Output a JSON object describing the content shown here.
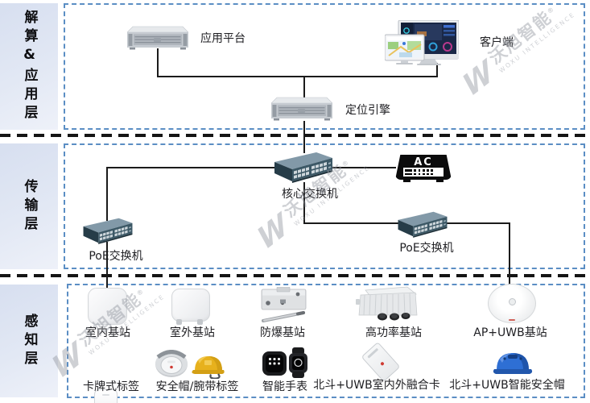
{
  "layer_panels": [
    {
      "label": "解算&应用层"
    },
    {
      "label": "传输层"
    },
    {
      "label": "感知层"
    }
  ],
  "application_layer": {
    "app_platform": "应用平台",
    "client": "客户端",
    "location_engine": "定位引擎"
  },
  "transmission_layer": {
    "core_switch": "核心交换机",
    "ac_label": "AC",
    "poe_switch_left": "PoE交换机",
    "poe_switch_right": "PoE交换机"
  },
  "perception_layer": {
    "indoor_station": "室内基站",
    "outdoor_station": "室外基站",
    "explosionproof_station": "防爆基站",
    "high_power_station": "高功率基站",
    "ap_uwb_station": "AP+UWB基站",
    "card_tag": "卡牌式标签",
    "helmet_wristband_tag": "安全帽/腕带标签",
    "smart_watch": "智能手表",
    "beidou_uwb_fusion_card": "北斗+UWB室内外融合卡",
    "beidou_uwb_smart_helmet": "北斗+UWB智能安全帽"
  },
  "watermark": {
    "logo": "W",
    "name": "沃旭智能",
    "reg": "®",
    "sub": "WOXU INTELLIGENCE"
  },
  "colors": {
    "layer_box_border": "#5b8ec4",
    "separator": "#151515",
    "panel_gradient_start": "#d7dff0",
    "panel_gradient_end": "#eef1f9",
    "line": "#1b1b1b",
    "ac_black": "#0b0b0c",
    "helmet_yellow": "#e7b11d",
    "helmet_blue": "#2e6fd4",
    "switch_teal": "#3c5866"
  }
}
